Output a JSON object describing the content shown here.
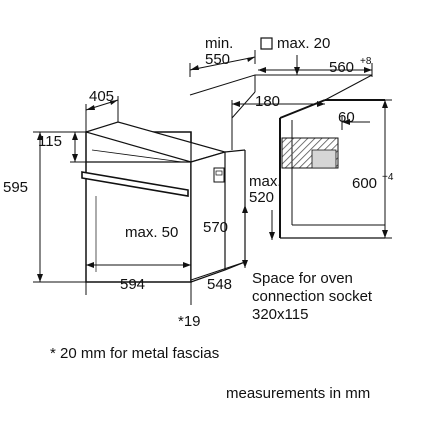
{
  "labels": {
    "min_label": "min.",
    "min_550": "550",
    "max_20": "max. 20",
    "d_560": "560",
    "d_560_sup": "+8",
    "d_405": "405",
    "d_180": "180",
    "d_115": "115",
    "d_60": "60",
    "d_595": "595",
    "max_label": "max.",
    "d_520": "520",
    "d_600": "600",
    "d_600_sup": "+4",
    "max_50": "max. 50",
    "d_570": "570",
    "d_594": "594",
    "d_548": "548",
    "d_19": "*19"
  },
  "socket_note": {
    "line1": "Space for oven",
    "line2": "connection socket",
    "line3": "320x115"
  },
  "footnote": "* 20 mm for metal fascias",
  "units_note": "measurements in mm",
  "colors": {
    "line": "#111111",
    "hatch": "#555555",
    "socket_fill": "#d6d6d6"
  }
}
